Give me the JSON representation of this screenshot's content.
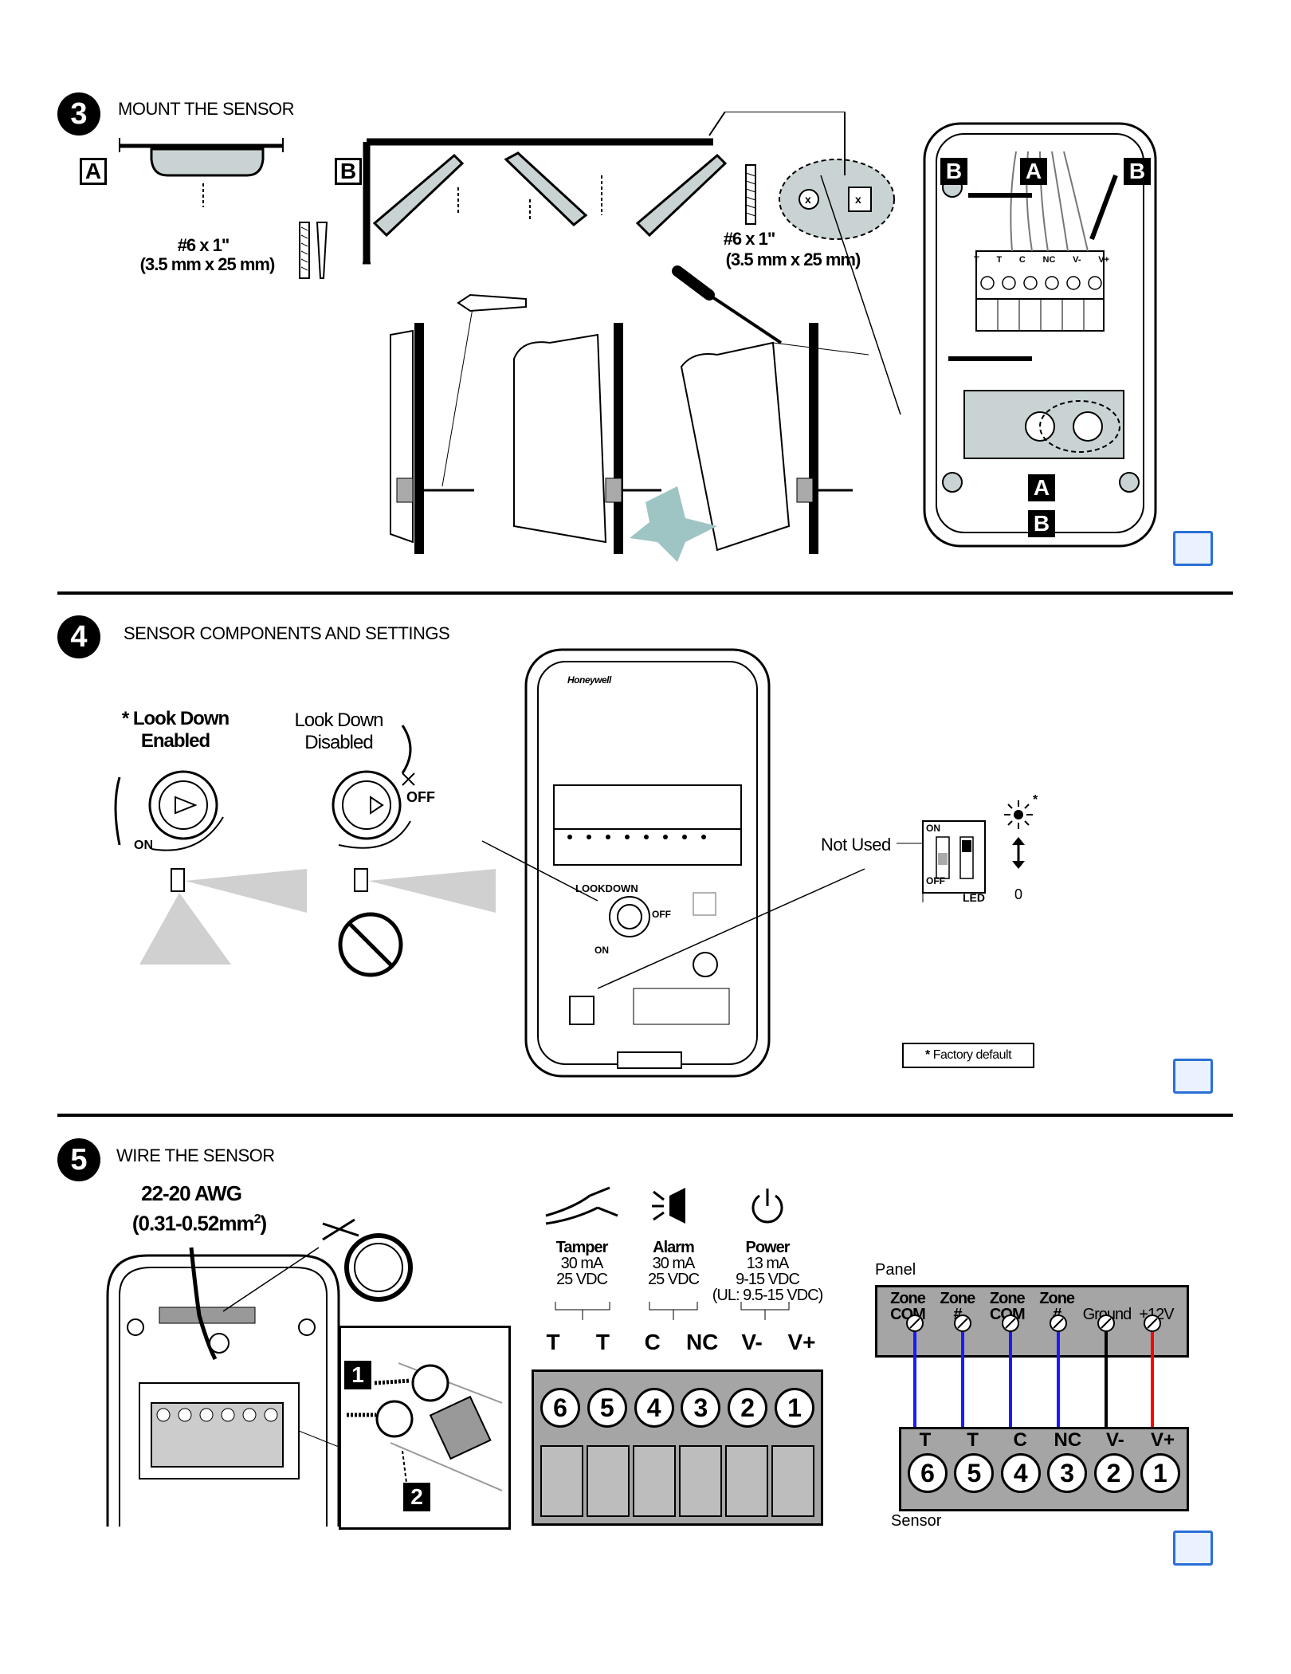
{
  "step3": {
    "number": "3",
    "title": "MOUNT THE SENSOR",
    "label_a": "A",
    "label_b": "B",
    "screw_size_a": "#6 x 1\"",
    "screw_metric_a": "(3.5 mm x 25 mm)",
    "screw_size_b": "#6 x 1\"",
    "screw_metric_b": "(3.5 mm x 25 mm)",
    "terminal_labels": [
      "T",
      "T",
      "C",
      "NC",
      "V-",
      "V+"
    ]
  },
  "step4": {
    "number": "4",
    "title": "SENSOR COMPONENTS AND SETTINGS",
    "lookdown_enabled": "* Look Down\nEnabled",
    "lookdown_enabled_1": "* Look Down",
    "lookdown_enabled_2": "Enabled",
    "lookdown_disabled_1": "Look Down",
    "lookdown_disabled_2": "Disabled",
    "on": "ON",
    "off": "OFF",
    "brand": "Honeywell",
    "lookdown_label": "LOOKDOWN",
    "not_used": "Not Used",
    "dip_on": "ON",
    "dip_off": "OFF",
    "led": "LED",
    "led_off": "0",
    "factory_default": "Factory default",
    "asterisk": "*"
  },
  "step5": {
    "number": "5",
    "title": "WIRE THE SENSOR",
    "awg": "22-20 AWG",
    "awg_metric": "(0.31-0.52mm",
    "awg_sup": "2",
    "awg_close": ")",
    "tamper": {
      "title": "Tamper",
      "line1": "30 mA",
      "line2": "25 VDC"
    },
    "alarm": {
      "title": "Alarm",
      "line1": "30 mA",
      "line2": "25 VDC"
    },
    "power": {
      "title": "Power",
      "line1": "13 mA",
      "line2": "9-15 VDC",
      "line3": "(UL: 9.5-15 VDC)"
    },
    "terminal_letters": [
      "T",
      "T",
      "C",
      "NC",
      "V-",
      "V+"
    ],
    "terminal_numbers": [
      "6",
      "5",
      "4",
      "3",
      "2",
      "1"
    ],
    "step1": "1",
    "step2": "2",
    "panel_label": "Panel",
    "sensor_label": "Sensor",
    "panel_terms": [
      {
        "l1": "Zone",
        "l2": "COM"
      },
      {
        "l1": "Zone",
        "l2": "#"
      },
      {
        "l1": "Zone",
        "l2": "COM"
      },
      {
        "l1": "Zone",
        "l2": "#"
      },
      {
        "l1": "",
        "l2": "Ground"
      },
      {
        "l1": "",
        "l2": "+12V"
      }
    ],
    "wire_colors": [
      "#1a1aff",
      "#1a1aff",
      "#1a1aff",
      "#1a1aff",
      "#000000",
      "#ff0000"
    ]
  }
}
